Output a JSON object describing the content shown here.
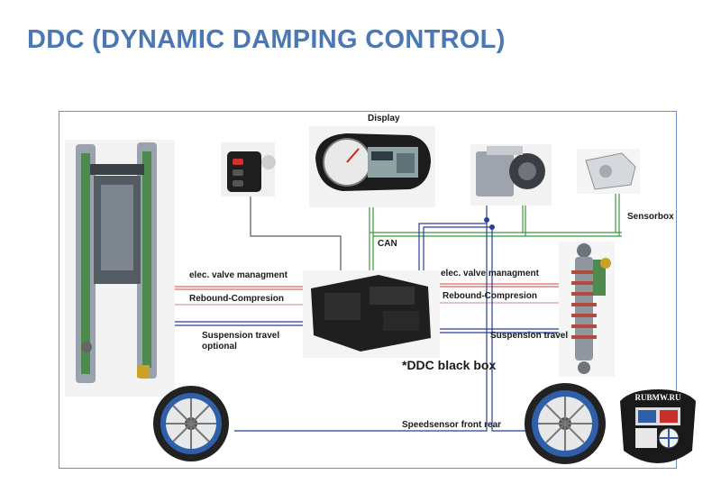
{
  "title": "DDC (DYNAMIC DAMPING CONTROL)",
  "labels": {
    "display": "Display",
    "sensorbox": "Sensorbox",
    "can": "CAN",
    "valve_left": "elec. valve managment",
    "rebound_left": "Rebound-Compresion",
    "valve_right": "elec. valve managment",
    "rebound_right": "Rebound-Compresion",
    "susp_left_1": "Suspension travel",
    "susp_left_2": "optional",
    "susp_right": "Suspension travel",
    "black_box": "*DDC black box",
    "speed": "Speedsensor  front   rear"
  },
  "logo": {
    "text": "RUBMW.RU"
  },
  "colors": {
    "title": "#4a78b5",
    "can_line": "#3a9a3a",
    "valve_line": "#d04040",
    "signal_line": "#2a3f9a",
    "frame": "#6f8fc0"
  }
}
